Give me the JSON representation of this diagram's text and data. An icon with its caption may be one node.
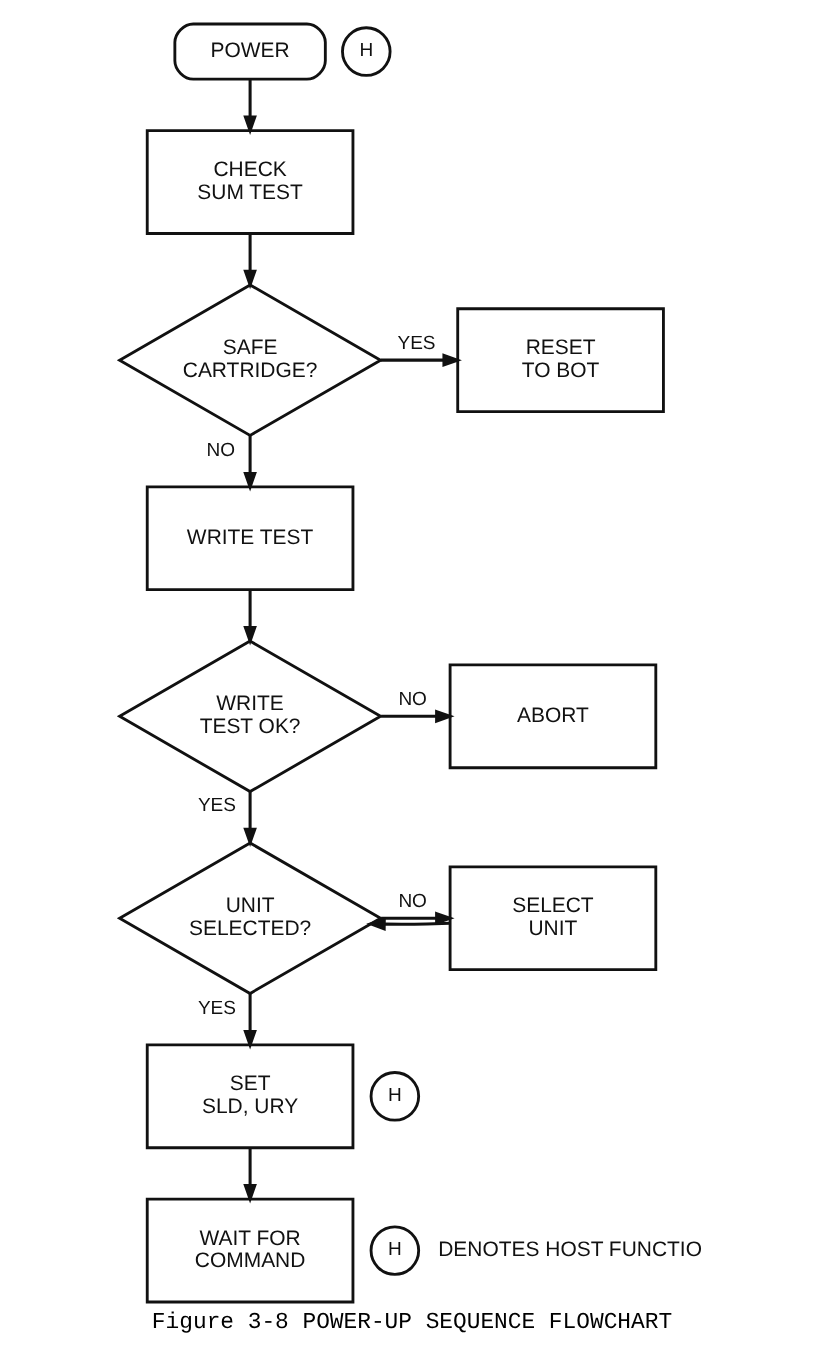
{
  "diagram": {
    "caption": "Figure 3-8 POWER-UP SEQUENCE FLOWCHART",
    "nodes": [
      {
        "text": [
          "POWER"
        ]
      },
      {
        "text": [
          "H"
        ]
      },
      {
        "text": [
          "CHECK SUM TEST"
        ]
      },
      {
        "text": [
          "SAFE CARTRIDGE?"
        ]
      },
      {
        "text": [
          "RESET TO BOT"
        ]
      },
      {
        "text": [
          "WRITE TEST"
        ]
      },
      {
        "text": [
          "WRITE TEST OK?"
        ]
      },
      {
        "text": [
          "ABORT"
        ]
      },
      {
        "text": [
          "UNIT SELECTED?"
        ]
      },
      {
        "text": [
          "SELECT UNIT"
        ]
      },
      {
        "text": [
          "H"
        ]
      },
      {
        "text": [
          "SET SLD, URY"
        ]
      },
      {
        "text": [
          "WAIT FOR COMMAND"
        ]
      },
      {
        "text": [
          "H"
        ],
        "beside": [
          "DENOTES HOST FUNCTIO"
        ]
      }
    ],
    "edges": [
      {
        "from": 0,
        "to": 2,
        "arrow": "to"
      },
      {
        "from": 2,
        "to": 3,
        "arrow": "to"
      },
      {
        "from": 3,
        "to": 4,
        "arrow": "to",
        "label": "YES"
      },
      {
        "from": 3,
        "to": 5,
        "arrow": "to",
        "label": "NO"
      },
      {
        "from": 5,
        "to": 6,
        "arrow": "to"
      },
      {
        "from": 6,
        "to": 7,
        "arrow": "to",
        "label": "NO"
      },
      {
        "from": 6,
        "to": 8,
        "arrow": "to",
        "label": "YES"
      },
      {
        "from": 8,
        "to": 9,
        "arrow": "to",
        "label": "NO"
      },
      {
        "from": 9,
        "to": 8,
        "arrow": "to"
      },
      {
        "from": 8,
        "to": 11,
        "arrow": "to",
        "label": "YES"
      },
      {
        "from": 11,
        "to": 12,
        "arrow": "to"
      }
    ]
  }
}
